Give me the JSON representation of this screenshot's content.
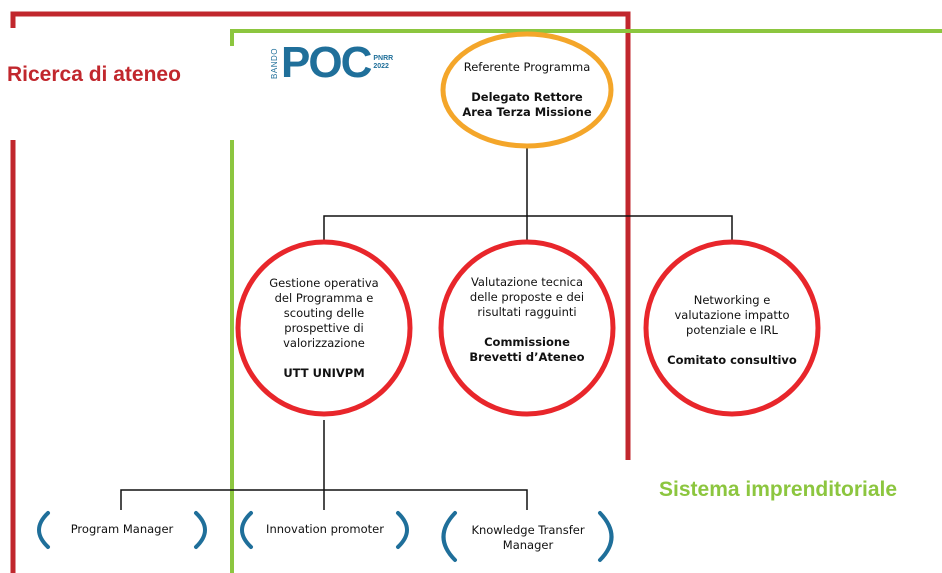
{
  "regions": {
    "ricerca": "Ricerca di ateneo",
    "sistema": "Sistema imprenditoriale"
  },
  "logo": {
    "bando": "BANDO",
    "poc": "POC",
    "pnrr": "PNRR",
    "year": "2022"
  },
  "top_node": {
    "line1": "Referente Programma",
    "bold1": "Delegato Rettore",
    "bold2": "Area Terza Missione"
  },
  "node_utt": {
    "l1": "Gestione operativa",
    "l2": "del Programma e",
    "l3": "scouting delle",
    "l4": "prospettive di",
    "l5": "valorizzazione",
    "bold": "UTT UNIVPM"
  },
  "node_commissione": {
    "l1": "Valutazione tecnica",
    "l2": "delle proposte e dei",
    "l3": "risultati ragguinti",
    "bold1": "Commissione",
    "bold2": "Brevetti d’Ateneo"
  },
  "node_comitato": {
    "l1": "Networking e",
    "l2": "valutazione impatto",
    "l3": "potenziale e IRL",
    "bold": "Comitato consultivo"
  },
  "roles": {
    "program_manager": "Program Manager",
    "innovation_promoter": "Innovation promoter",
    "kt_line1": "Knowledge Transfer",
    "kt_line2": "Manager"
  },
  "colors": {
    "red": "#d0262b",
    "green": "#8cc63f",
    "orange": "#f5a623",
    "blue": "#1f6f9a",
    "line": "#111111"
  }
}
